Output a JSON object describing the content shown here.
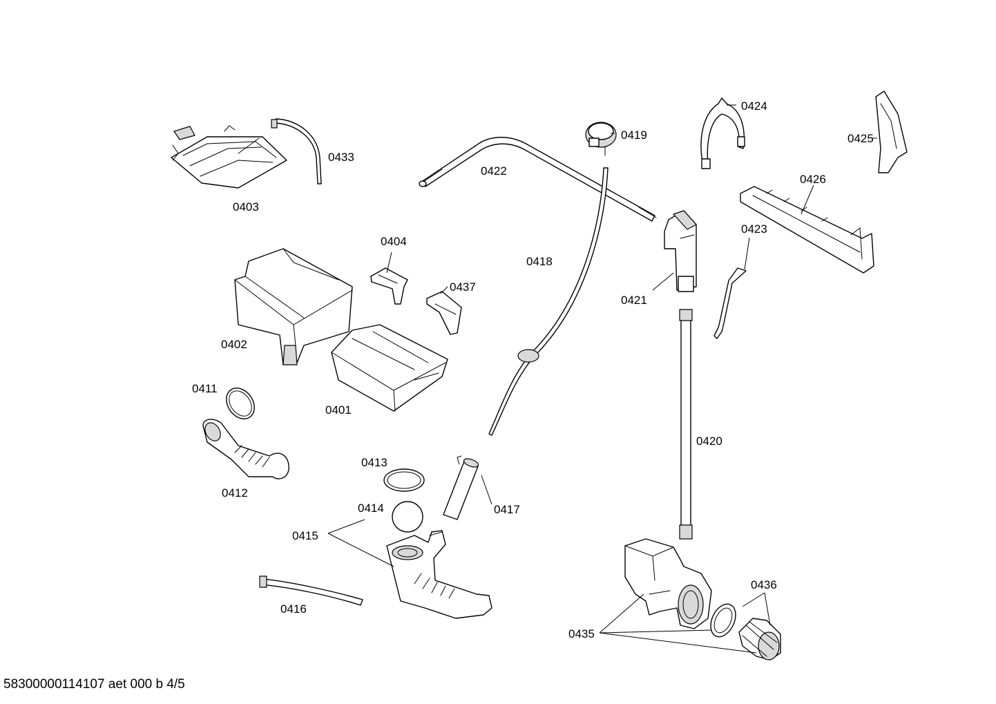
{
  "labels": {
    "p0403": "0403",
    "p0433": "0433",
    "p0422": "0422",
    "p0419": "0419",
    "p0424": "0424",
    "p0425": "0425",
    "p0426": "0426",
    "p0404": "0404",
    "p0437": "0437",
    "p0418": "0418",
    "p0423": "0423",
    "p0421": "0421",
    "p0402": "0402",
    "p0411": "0411",
    "p0401": "0401",
    "p0420": "0420",
    "p0413": "0413",
    "p0412": "0412",
    "p0414": "0414",
    "p0417": "0417",
    "p0415": "0415",
    "p0436": "0436",
    "p0416": "0416",
    "p0435": "0435"
  },
  "footer": "58300000114107 aet 000 b 4/5"
}
